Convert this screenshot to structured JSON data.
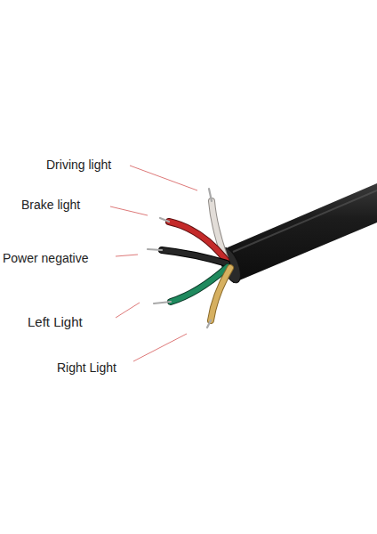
{
  "diagram": {
    "labels": [
      "Driving light",
      "Brake light",
      "Power negative",
      "Left Light",
      "Right Light"
    ]
  }
}
